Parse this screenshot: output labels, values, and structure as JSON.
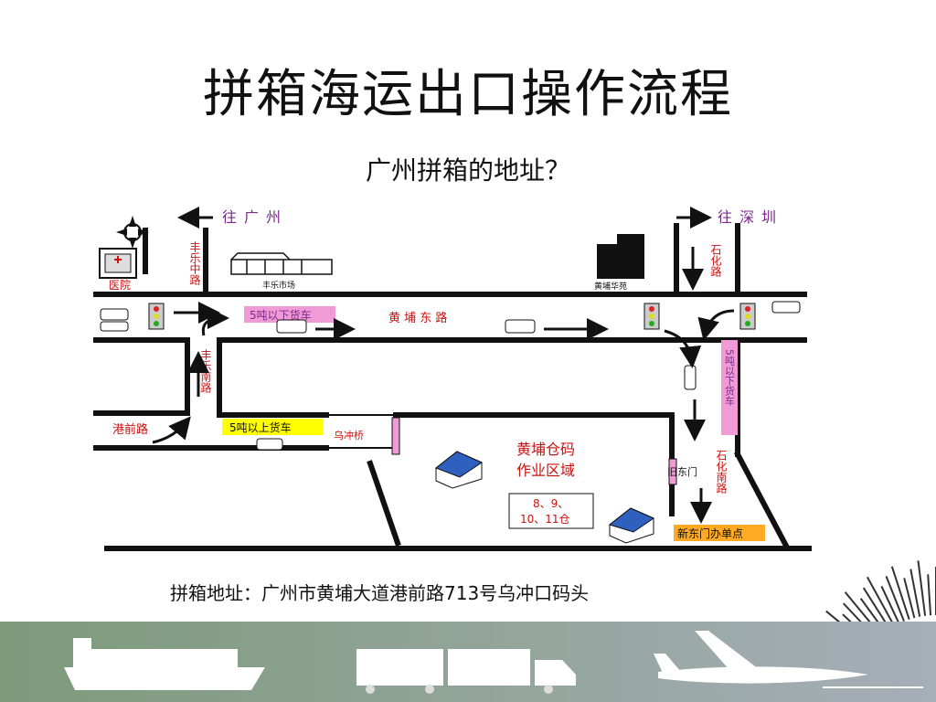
{
  "slide": {
    "title": "拼箱海运出口操作流程",
    "subtitle": "广州拼箱的地址？",
    "address": "拼箱地址：广州市黄埔大道港前路713号乌冲口码头"
  },
  "map": {
    "direction_labels": {
      "to_guangzhou": "往广州",
      "to_shenzhen": "往深圳"
    },
    "landmarks": {
      "hospital": "医院",
      "fengle_market": "丰乐市场",
      "huangpu_garden": "黄埔华苑",
      "wuchong_bridge": "乌冲桥",
      "old_east_gate": "旧东门",
      "new_east_gate_office": "新东门办单点"
    },
    "roads": {
      "fengle_middle": "丰乐中路",
      "fengle_south": "丰乐南路",
      "huangpu_east": "黄 埔 东 路",
      "shihua": "石化路",
      "shihua_south": "石化南路",
      "gangqian": "港前路"
    },
    "truck_signs": {
      "under5_top": "5吨以下货车",
      "over5": "5吨以上货车",
      "under5_right": "5吨以下货车"
    },
    "warehouse": {
      "area_line1": "黄埔仓码",
      "area_line2": "作业区域",
      "box_line1": "8、9、",
      "box_line2": "10、11仓"
    },
    "colors": {
      "road": "#111111",
      "label_red": "#cc1111",
      "purple": "#7a2a8c",
      "pink_sign": "#f09bd6",
      "yellow_sign": "#ffff00",
      "orange_sign": "#ffaa22",
      "building_blue": "#2f5fbf"
    }
  },
  "footer": {
    "band_colors": [
      "#7d9a7a",
      "#a6aeb8"
    ]
  }
}
